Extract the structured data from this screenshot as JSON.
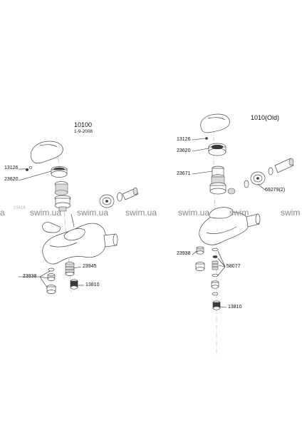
{
  "left": {
    "model": "10100",
    "date": "1-9-2008",
    "faint_code": "03416",
    "labels": {
      "p13126": "13126",
      "p23620": "23620",
      "p23945": "23945",
      "p23938": "23938",
      "p13810": "13810"
    }
  },
  "right": {
    "model": "1010(Old)",
    "labels": {
      "p13126": "13126",
      "p23620": "23620",
      "p23671": "23671",
      "p69279": "69279(2)",
      "p23938": "23938",
      "p58077": "58077",
      "p13810": "13810"
    }
  },
  "watermark": {
    "a": "a",
    "swim1": "swim.ua",
    "swim2": "swim.ua",
    "swim3": "swim.ua",
    "swim4": "swim.ua",
    "swim5": "swim"
  }
}
